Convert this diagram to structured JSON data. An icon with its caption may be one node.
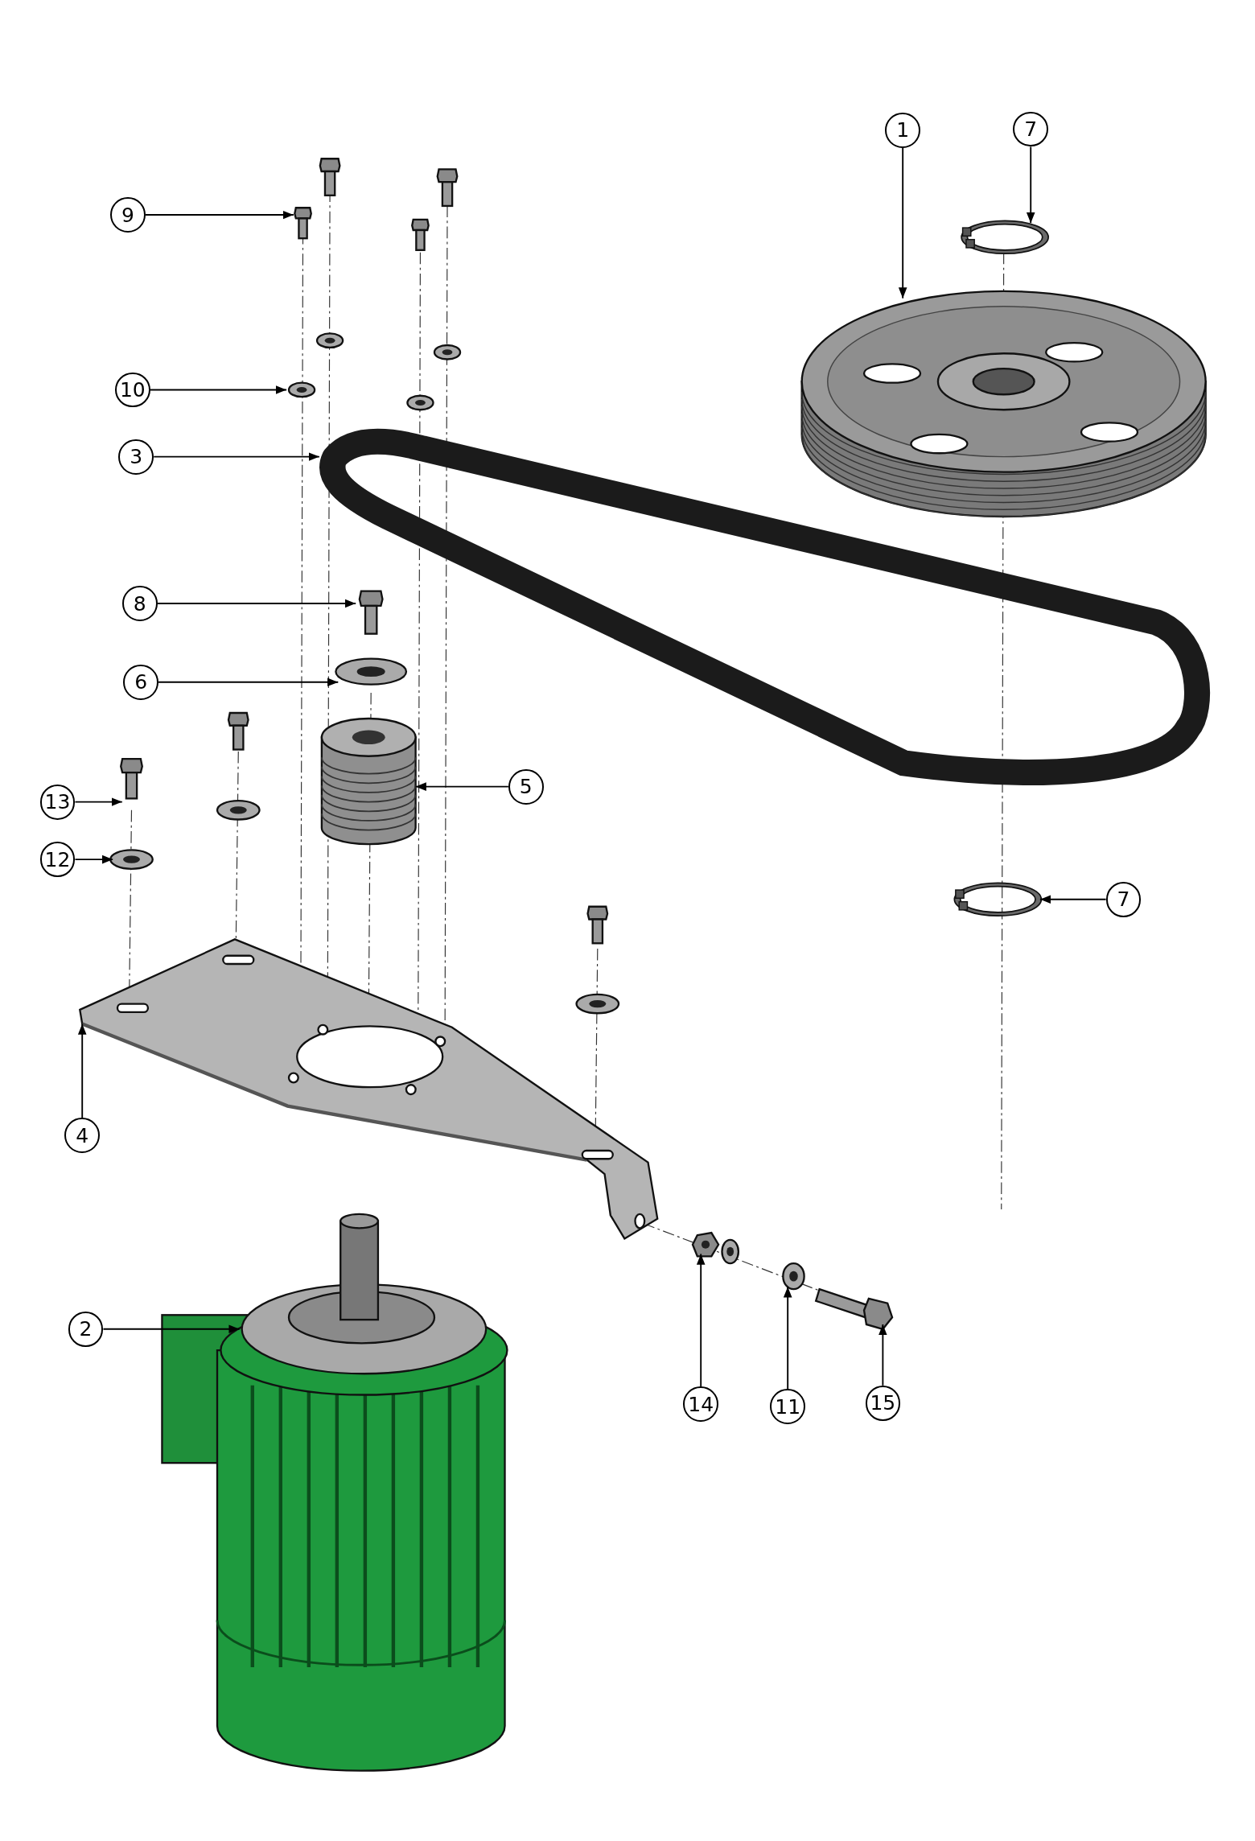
{
  "diagram": {
    "nodes": [
      {
        "text": [
          "1"
        ]
      },
      {
        "text": [
          "7"
        ]
      },
      {
        "text": [
          "9"
        ]
      },
      {
        "text": [
          "10"
        ]
      },
      {
        "text": [
          "3"
        ]
      },
      {
        "text": [
          "8"
        ]
      },
      {
        "text": [
          "6"
        ]
      },
      {
        "text": [
          "5"
        ]
      },
      {
        "text": [
          "13"
        ]
      },
      {
        "text": [
          "12"
        ]
      },
      {
        "text": [
          "7"
        ]
      },
      {
        "text": [
          "4"
        ]
      },
      {
        "text": [
          "2"
        ]
      },
      {
        "text": [
          "14"
        ]
      },
      {
        "text": [
          "11"
        ]
      },
      {
        "text": [
          "15"
        ]
      },
      {
        "text": [],
        "shape": "picture"
      },
      {
        "text": [],
        "shape": "picture"
      },
      {
        "text": [],
        "shape": "picture"
      },
      {
        "text": [],
        "shape": "picture"
      },
      {
        "text": [],
        "shape": "picture"
      },
      {
        "text": [],
        "shape": "picture"
      },
      {
        "text": [],
        "shape": "picture"
      },
      {
        "text": [],
        "shape": "picture"
      },
      {
        "text": [],
        "shape": "picture"
      },
      {
        "text": [],
        "shape": "picture"
      },
      {
        "text": [],
        "shape": "picture"
      },
      {
        "text": [],
        "shape": "picture"
      },
      {
        "text": [],
        "shape": "picture"
      },
      {
        "text": [],
        "shape": "picture"
      },
      {
        "text": [],
        "shape": "picture"
      },
      {
        "text": [],
        "shape": "picture"
      }
    ],
    "edges": [
      {
        "from": 0,
        "to": 16,
        "arrow": "to"
      },
      {
        "from": 1,
        "to": 17,
        "arrow": "to"
      },
      {
        "from": 2,
        "to": 18,
        "arrow": "to"
      },
      {
        "from": 3,
        "to": 19,
        "arrow": "to"
      },
      {
        "from": 4,
        "to": 20,
        "arrow": "to"
      },
      {
        "from": 5,
        "to": 21,
        "arrow": "to"
      },
      {
        "from": 6,
        "to": 22,
        "arrow": "to"
      },
      {
        "from": 7,
        "to": 23,
        "arrow": "to"
      },
      {
        "from": 8,
        "to": 24,
        "arrow": "to"
      },
      {
        "from": 9,
        "to": 25,
        "arrow": "to"
      },
      {
        "from": 10,
        "to": 26,
        "arrow": "to"
      },
      {
        "from": 11,
        "to": 27,
        "arrow": "to"
      },
      {
        "from": 12,
        "to": 28,
        "arrow": "to"
      },
      {
        "from": 13,
        "to": 29,
        "arrow": "to"
      },
      {
        "from": 14,
        "to": 30,
        "arrow": "to"
      },
      {
        "from": 15,
        "to": 31,
        "arrow": "to"
      }
    ]
  }
}
